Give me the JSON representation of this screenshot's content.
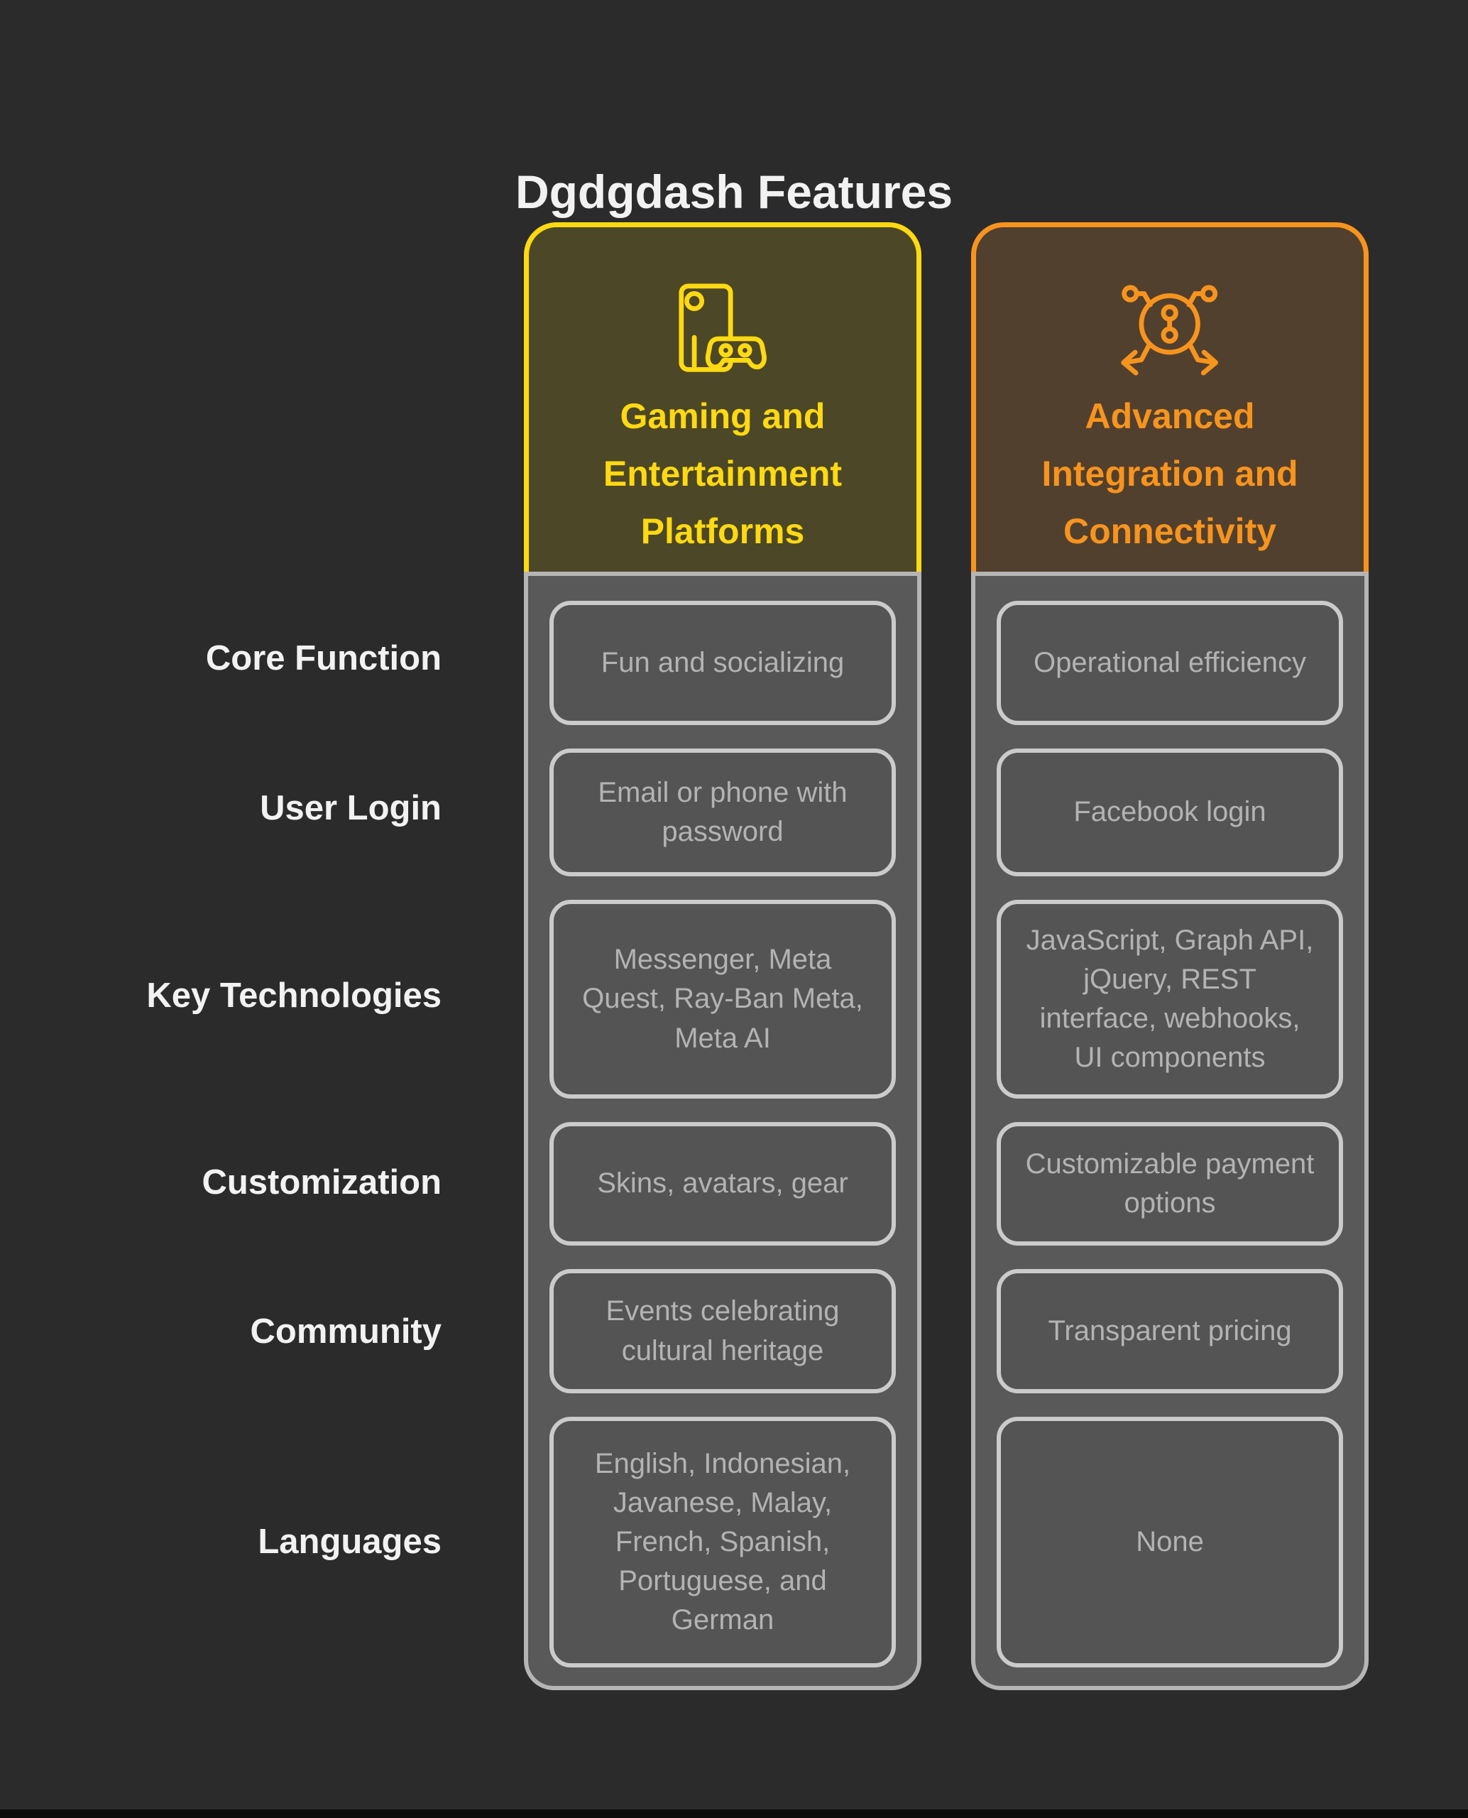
{
  "title": "Dgdgdash Features",
  "row_labels": [
    "Core Function",
    "User Login",
    "Key Technologies",
    "Customization",
    "Community",
    "Languages"
  ],
  "columns": [
    {
      "header": "Gaming and Entertainment Platforms",
      "icon": "game-console-icon",
      "cells": [
        "Fun and socializing",
        "Email or phone with password",
        "Messenger, Meta Quest, Ray-Ban Meta, Meta AI",
        "Skins, avatars, gear",
        "Events celebrating cultural heritage",
        "English, Indonesian, Javanese, Malay, French, Spanish, Portuguese, and German"
      ]
    },
    {
      "header": "Advanced Integration and Connectivity",
      "icon": "integration-network-icon",
      "cells": [
        "Operational efficiency",
        "Facebook login",
        "JavaScript, Graph API, jQuery, REST interface, webhooks, UI components",
        "Customizable payment options",
        "Transparent pricing",
        "None"
      ]
    }
  ],
  "colors": {
    "pageBg": "#2B2B2B",
    "footerBar": "#0B0B0B",
    "gamingAccent": "#FFD912",
    "gamingHeaderBg": "#4C4726",
    "integrationAccent": "#F7941E",
    "integrationHeaderBg": "#52402E",
    "columnBg": "#595959",
    "columnBorder": "#B5B5B5",
    "cellBg": "#545454",
    "cellBorder": "#CBCBCB",
    "cellText": "#B3B3B3",
    "headingText": "#F2F2F2"
  }
}
